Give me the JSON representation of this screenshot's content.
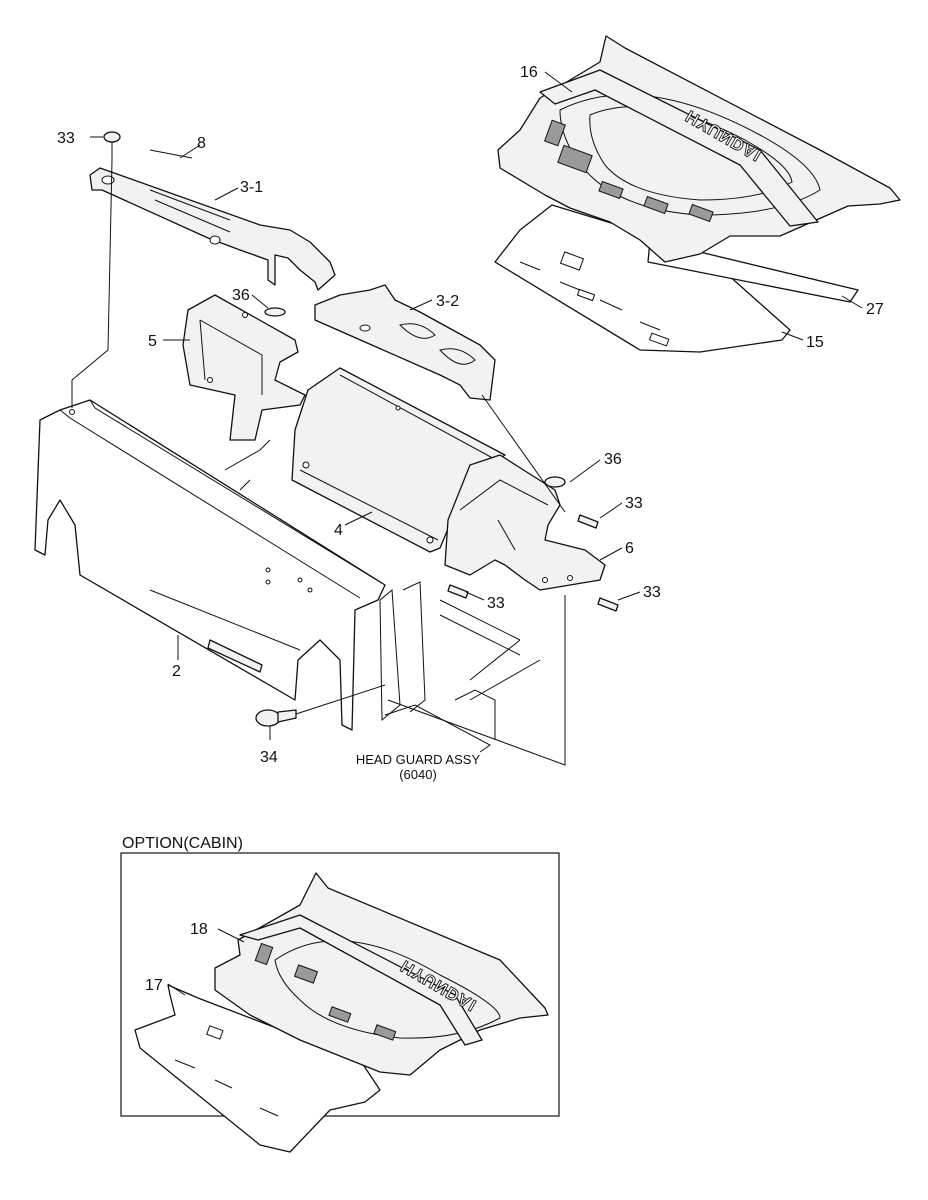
{
  "callouts": {
    "c33a": "33",
    "c8": "8",
    "c31": "3-1",
    "c36a": "36",
    "c5": "5",
    "c32": "3-2",
    "c16": "16",
    "c27": "27",
    "c15": "15",
    "c36b": "36",
    "c33b": "33",
    "c6": "6",
    "c4": "4",
    "c33c": "33",
    "c33d": "33",
    "c2": "2",
    "c34": "34",
    "c18": "18",
    "c17": "17"
  },
  "head_guard": {
    "name": "HEAD GUARD ASSY",
    "code": "(6040)"
  },
  "option_box": {
    "title": "OPTION(CABIN)"
  },
  "brand_text": "HYUNDAI"
}
